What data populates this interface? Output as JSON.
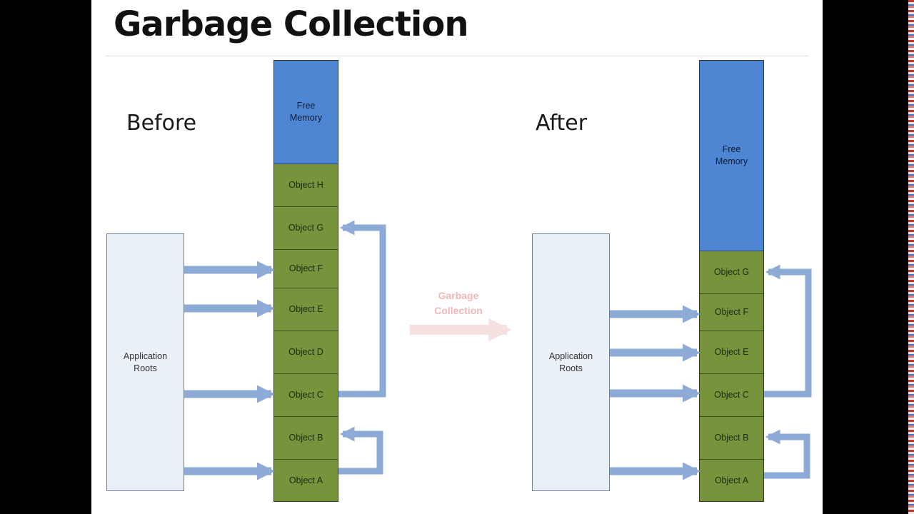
{
  "title": "Garbage Collection",
  "before": {
    "heading": "Before",
    "roots_label_line1": "Application",
    "roots_label_line2": "Roots",
    "free_line1": "Free",
    "free_line2": "Memory",
    "objects": [
      "Object H",
      "Object G",
      "Object F",
      "Object E",
      "Object D",
      "Object C",
      "Object B",
      "Object A"
    ]
  },
  "transition": {
    "line1": "Garbage",
    "line2": "Collection"
  },
  "after": {
    "heading": "After",
    "roots_label_line1": "Application",
    "roots_label_line2": "Roots",
    "free_line1": "Free",
    "free_line2": "Memory",
    "objects": [
      "Object G",
      "Object F",
      "Object E",
      "Object C",
      "Object B",
      "Object A"
    ]
  },
  "colors": {
    "free_memory": "#4f86d4",
    "object": "#77933c",
    "roots": "#e9f0f8",
    "arrow": "#8eaad6",
    "transition_arrow": "#f6e0e0"
  }
}
